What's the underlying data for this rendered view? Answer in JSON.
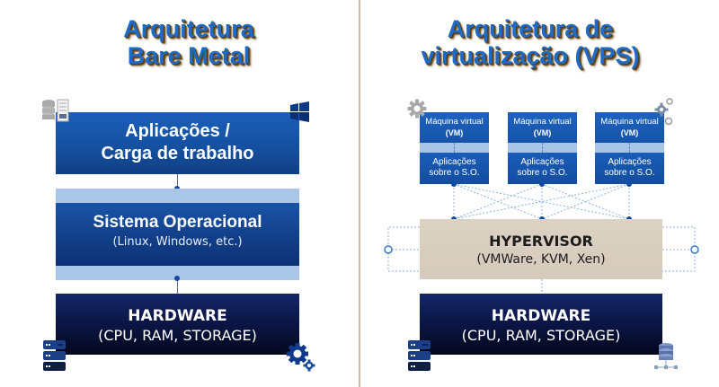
{
  "left": {
    "title_line1": "Arquitetura",
    "title_line2": "Bare Metal",
    "layers": {
      "applications": {
        "line1": "Aplicações /",
        "line2": "Carga de trabalho"
      },
      "os": {
        "title": "Sistema Operacional",
        "subtitle": "(Linux, Windows, etc.)"
      },
      "hardware": {
        "title": "HARDWARE",
        "subtitle": "(CPU, RAM, STORAGE)"
      }
    },
    "icons": [
      "database-document-icon",
      "windows-logo-icon",
      "server-rack-icon",
      "gears-icon"
    ]
  },
  "right": {
    "title_line1": "Arquitetura de",
    "title_line2": "virtualização (VPS)",
    "vms": [
      {
        "top_line1": "Máquina virtual",
        "top_line2": "(VM)",
        "bottom_line1": "Aplicações",
        "bottom_line2": "sobre o S.O."
      },
      {
        "top_line1": "Máquina virtual",
        "top_line2": "(VM)",
        "bottom_line1": "Aplicações",
        "bottom_line2": "sobre o S.O."
      },
      {
        "top_line1": "Máquina virtual",
        "top_line2": "(VM)",
        "bottom_line1": "Aplicações",
        "bottom_line2": "sobre o S.O."
      }
    ],
    "hypervisor": {
      "title": "HYPERVISOR",
      "subtitle": "(VMWare, KVM, Xen)"
    },
    "hardware": {
      "title": "HARDWARE",
      "subtitle": "(CPU, RAM, STORAGE)"
    },
    "icons": [
      "gear-icon",
      "gears-icon",
      "server-rack-icon",
      "database-network-icon"
    ]
  },
  "colors": {
    "title_blue": "#1e6ac4",
    "block_blue": "#1553a8",
    "band_light_blue": "#a9c6e6",
    "hardware_navy": "#0b1748",
    "hypervisor_beige": "#d8cebf",
    "divider": "#cdbfa6"
  }
}
